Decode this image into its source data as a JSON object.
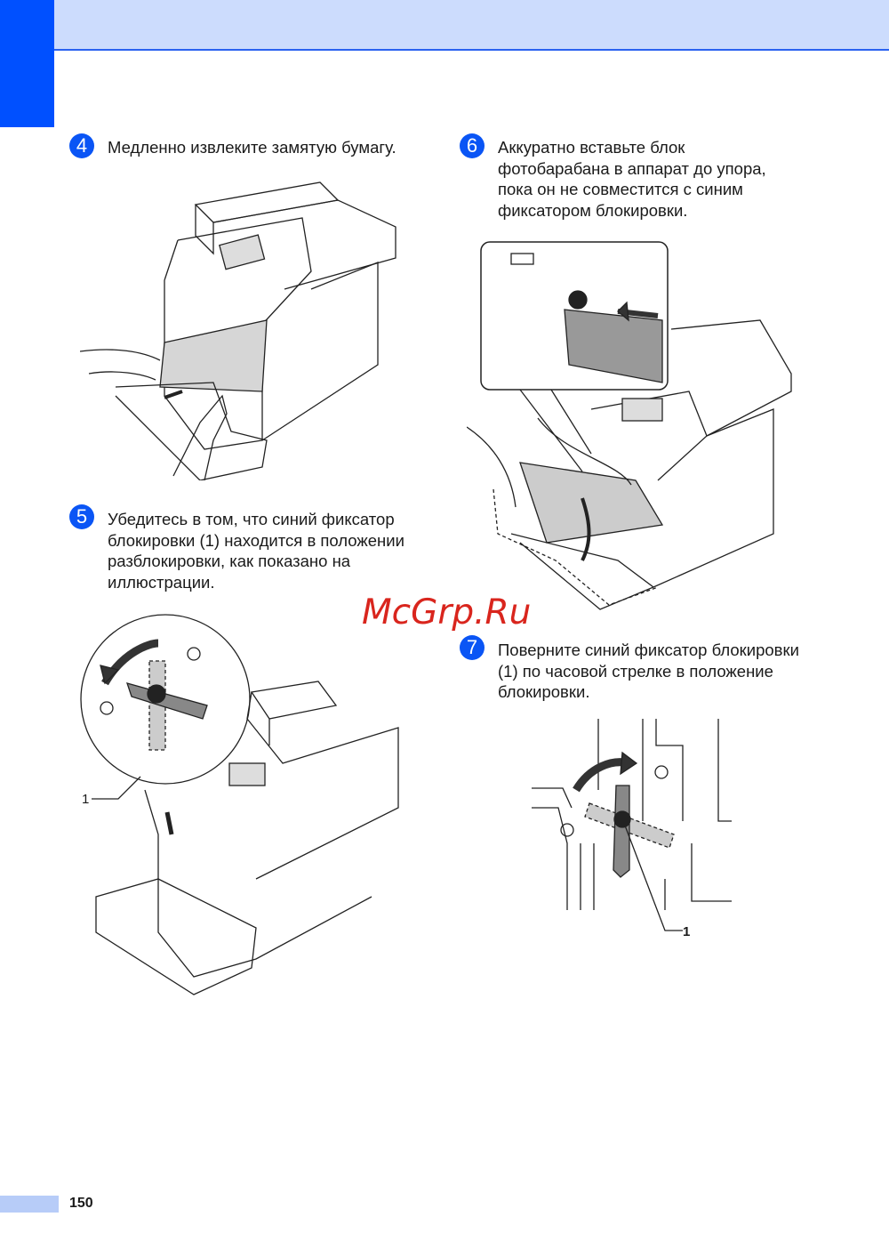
{
  "steps": [
    {
      "number": "4",
      "text": "Медленно извлеките замятую бумагу."
    },
    {
      "number": "5",
      "text": "Убедитесь в том, что синий фиксатор блокировки (1) находится в положении разблокировки, как показано на иллюстрации."
    },
    {
      "number": "6",
      "text": "Аккуратно вставьте блок фотобарабана в аппарат до упора, пока он не совместится с синим фиксатором блокировки."
    },
    {
      "number": "7",
      "text": "Поверните синий фиксатор блокировки (1) по часовой стрелке в положение блокировки."
    }
  ],
  "callouts": {
    "step5": "1",
    "step7": "1"
  },
  "watermark": "McGrp.Ru",
  "footer": {
    "page_number": "150"
  },
  "colors": {
    "accent": "#0050ff",
    "header_band": "#ccdcfd",
    "watermark": "#d9251d"
  }
}
